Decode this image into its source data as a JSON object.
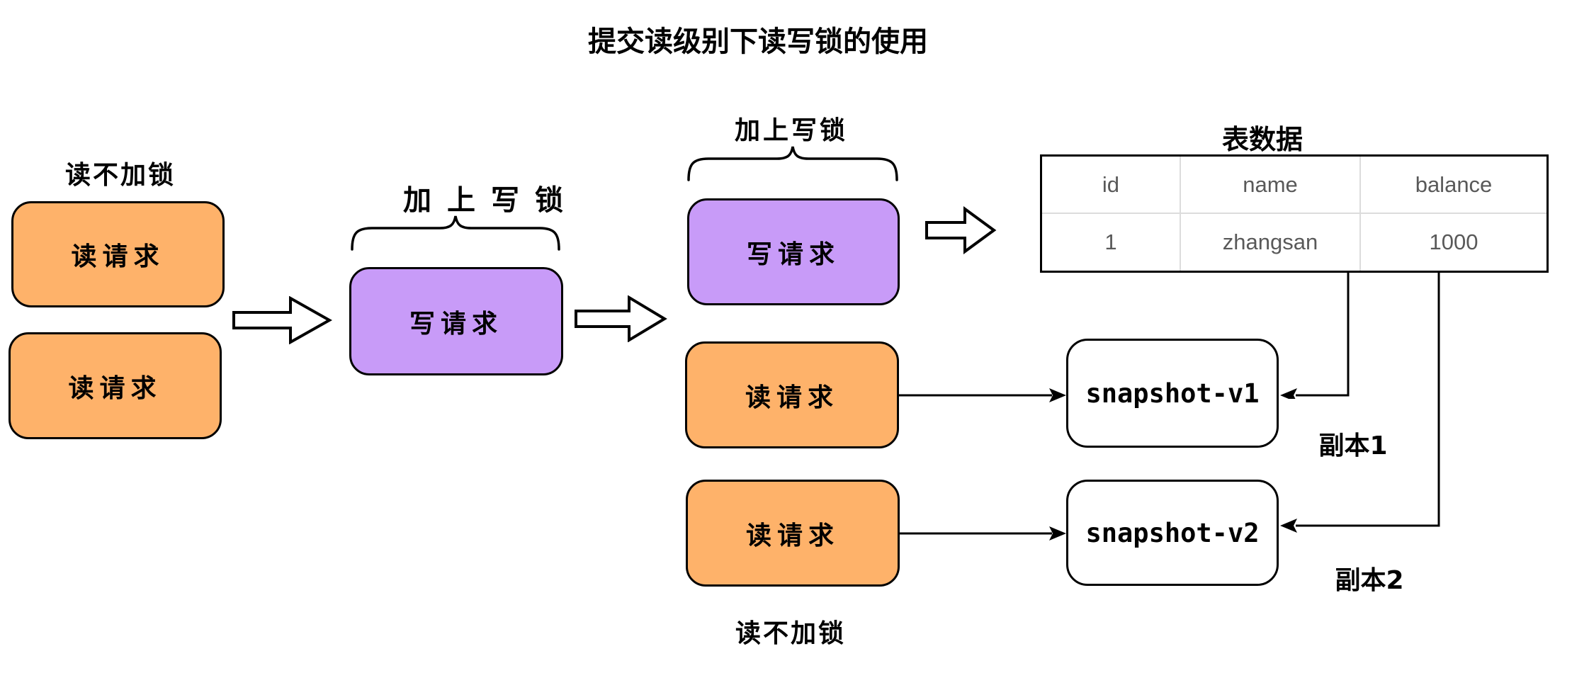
{
  "title": "提交读级别下读写锁的使用",
  "colors": {
    "background": "#ffffff",
    "orange_fill": "#feb26a",
    "purple_fill": "#c89bf8",
    "stroke": "#000000",
    "table_text": "#595959",
    "table_inner_border": "#dcdcdc"
  },
  "left_group": {
    "label": "读不加锁",
    "read_box_1": "读请求",
    "read_box_2": "读请求"
  },
  "middle_group": {
    "brace_label": "加上写锁",
    "write_box": "写请求"
  },
  "column3_group": {
    "brace_label": "加上写锁",
    "write_box": "写请求",
    "read_box_1": "读请求",
    "read_box_2": "读请求",
    "bottom_label": "读不加锁"
  },
  "table": {
    "title": "表数据",
    "headers": [
      "id",
      "name",
      "balance"
    ],
    "rows": [
      [
        "1",
        "zhangsan",
        "1000"
      ]
    ]
  },
  "snapshots": {
    "v1_label": "snapshot-v1",
    "v2_label": "snapshot-v2",
    "copy1_label": "副本1",
    "copy2_label": "副本2"
  }
}
